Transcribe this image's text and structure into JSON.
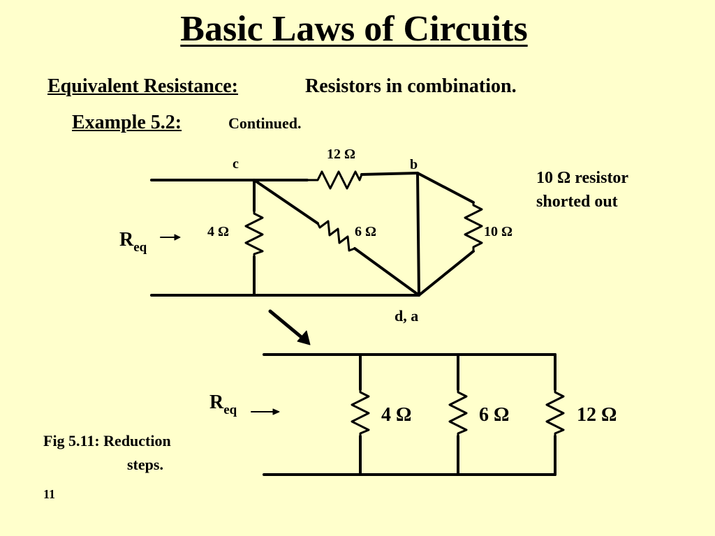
{
  "slide": {
    "title": "Basic Laws of Circuits",
    "heading_label": "Equivalent Resistance:",
    "heading_text": "Resistors in combination.",
    "example_label": "Example 5.2:",
    "example_text": "Continued.",
    "note_line1": "10 Ω resistor",
    "note_line2": "shorted out",
    "caption_line1": "Fig 5.11:  Reduction",
    "caption_line2": "steps.",
    "page_number": "11"
  },
  "top_circuit": {
    "node_c": "c",
    "node_b": "b",
    "node_da": "d, a",
    "r12": "12 Ω",
    "r4": "4 Ω",
    "r6": "6 Ω",
    "r10": "10 Ω",
    "req_main": "R",
    "req_sub": "eq"
  },
  "bottom_circuit": {
    "r4": "4 Ω",
    "r6": "6 Ω",
    "r12": "12 Ω",
    "req_main": "R",
    "req_sub": "eq"
  }
}
